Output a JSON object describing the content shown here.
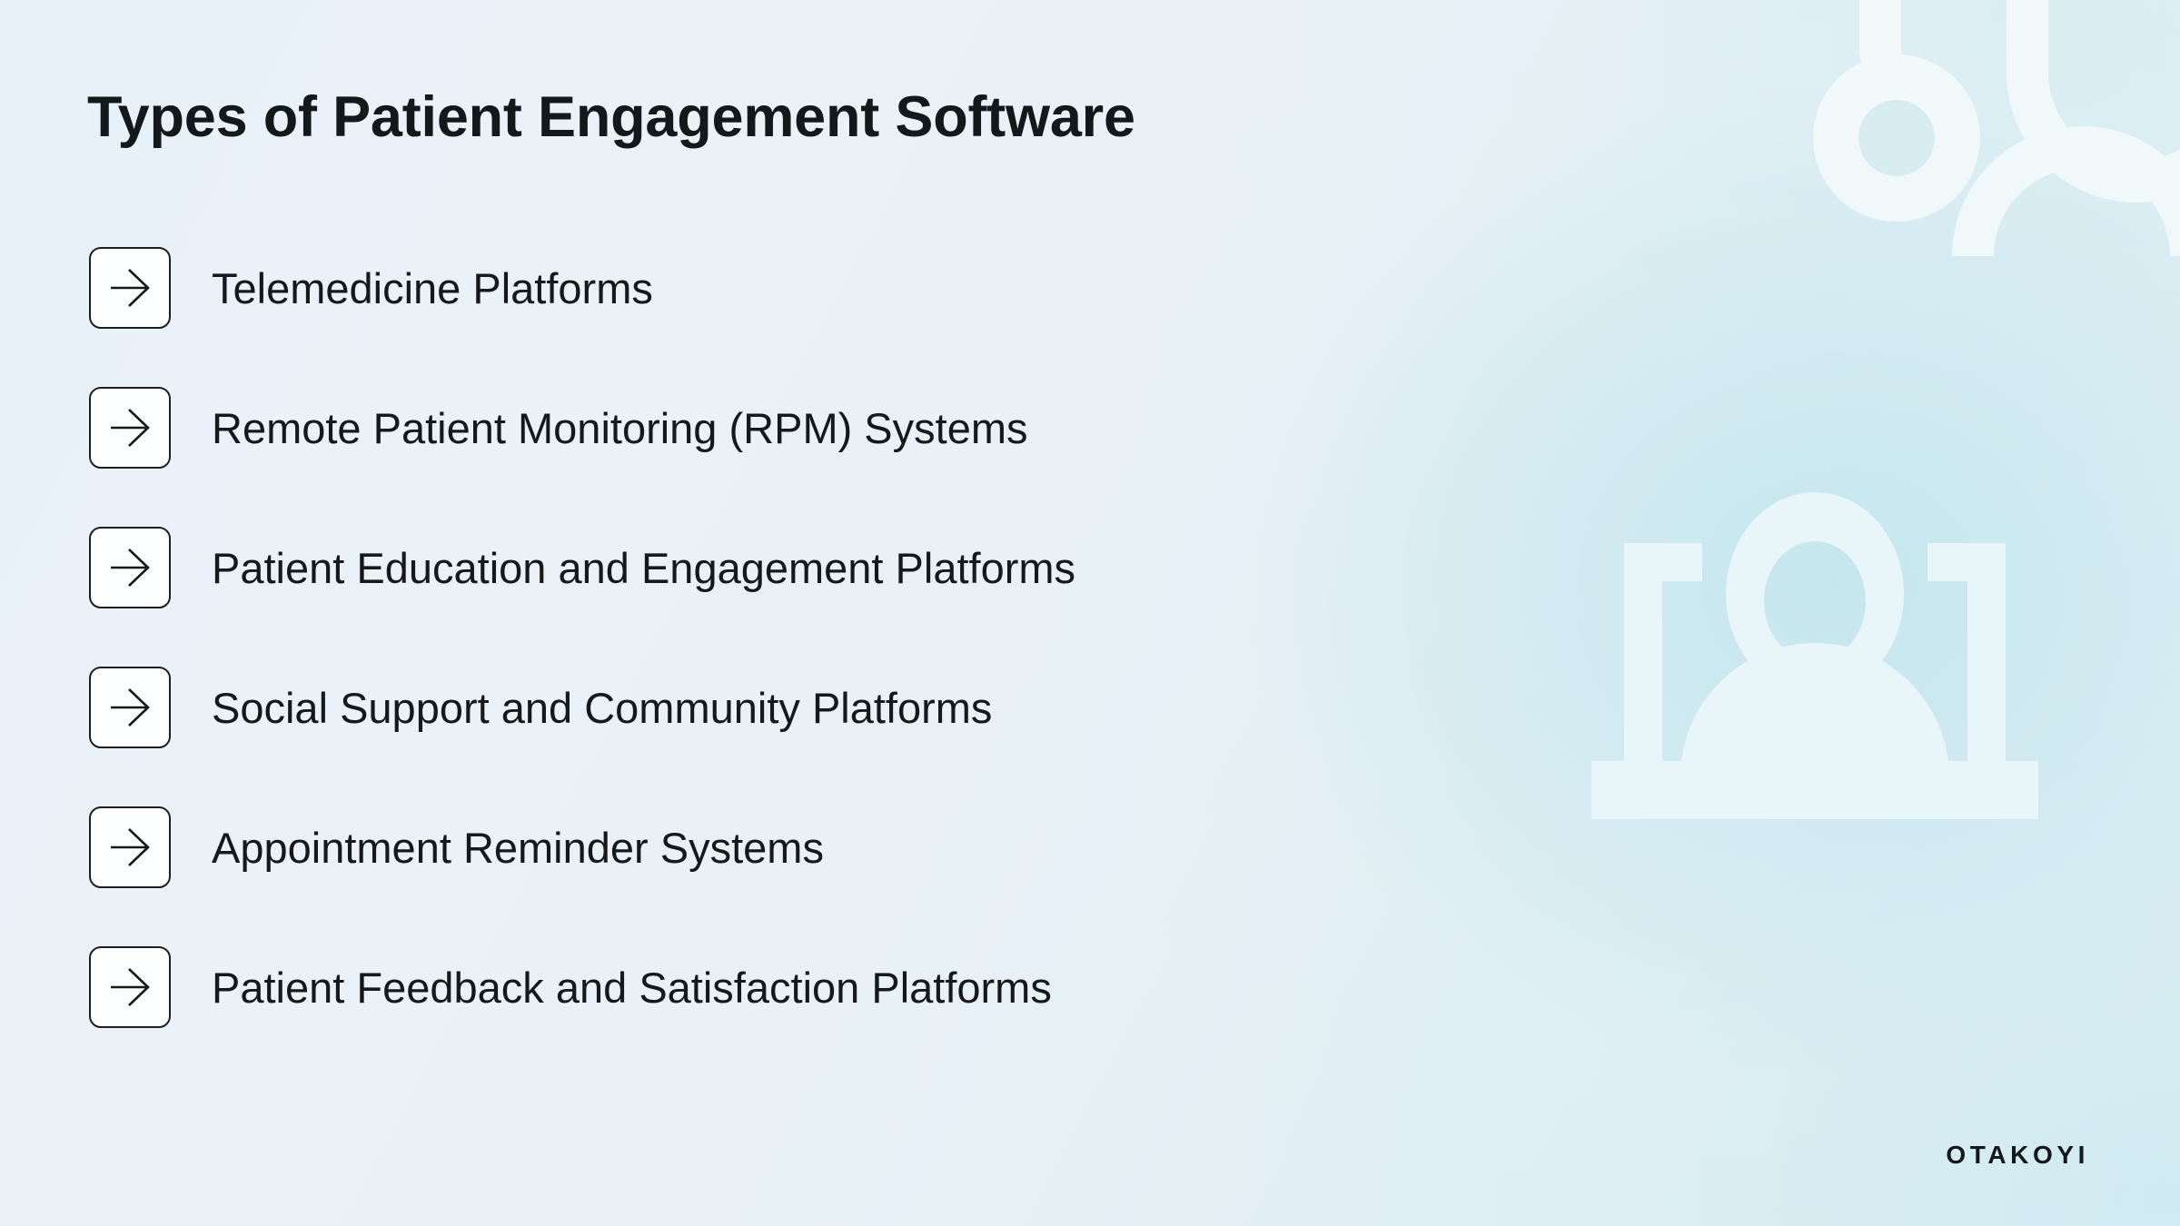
{
  "slide": {
    "title": "Types of Patient Engagement Software",
    "background": {
      "base_color": "#eaf1f7",
      "accent_color": "#d3e9ee",
      "top_left_color": "#e8f0f7",
      "bottom_right_color": "#e3f1f5"
    },
    "text_color": "#16191b",
    "title_color": "#13181b",
    "icon_border_color": "#1b1f22",
    "icon_fill_color": "#fdfefe"
  },
  "list": {
    "icon_name": "arrow-right-icon",
    "items": [
      {
        "label": "Telemedicine Platforms"
      },
      {
        "label": "Remote Patient Monitoring (RPM) Systems"
      },
      {
        "label": "Patient Education and Engagement Platforms"
      },
      {
        "label": "Social Support and Community Platforms"
      },
      {
        "label": "Appointment Reminder Systems"
      },
      {
        "label": "Patient Feedback and Satisfaction Platforms"
      }
    ]
  },
  "decorations": [
    {
      "name": "stethoscope-watermark",
      "color": "#f2fafb"
    },
    {
      "name": "patient-in-bed-watermark",
      "color": "#eaf7fa"
    }
  ],
  "brand": {
    "name": "OTAKOYI",
    "color": "#13181b"
  }
}
